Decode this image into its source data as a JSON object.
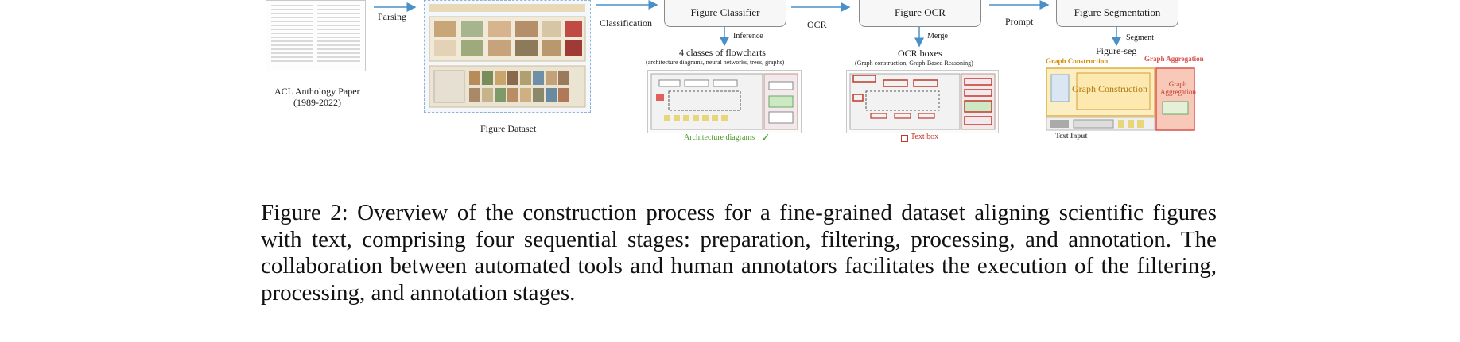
{
  "figure": {
    "paper_label": "ACL Anthology Paper",
    "paper_years": "(1989-2022)",
    "parsing": "Parsing",
    "dataset_label": "Figure Dataset",
    "classification": "Classification",
    "classifier": "Figure Classifier",
    "inference": "Inference",
    "classes_title": "4 classes of flowcharts",
    "classes_sub": "(architecture diagrams, neural networks, trees, graphs)",
    "arch_label": "Architecture diagrams",
    "ocr": "OCR",
    "figure_ocr": "Figure OCR",
    "merge": "Merge",
    "ocr_boxes": "OCR boxes",
    "ocr_sub": "(Graph construction, Graph-Based Reasoning)",
    "text_box": "Text box",
    "prompt": "Prompt",
    "segmentation": "Figure Segmentation",
    "segment": "Segment",
    "figure_seg": "Figure-seg",
    "graph_construction_label": "Graph Construction",
    "graph_aggregation_label": "Graph Aggregation",
    "graph_construction_inner": "Graph Construction",
    "graph_aggregation_inner": "Graph Aggregation",
    "text_input": "Text Input"
  },
  "caption": "Figure 2: Overview of the construction process for a fine-grained dataset aligning scientific figures with text, comprising four sequential stages: preparation, filtering, processing, and annotation. The collaboration between automated tools and human annotators facilitates the execution of the filtering, processing, and annotation stages.",
  "colors": {
    "arrow": "#4a90c8",
    "orange": "#d4900a",
    "red": "#c0392b",
    "green": "#4a9a2a"
  }
}
